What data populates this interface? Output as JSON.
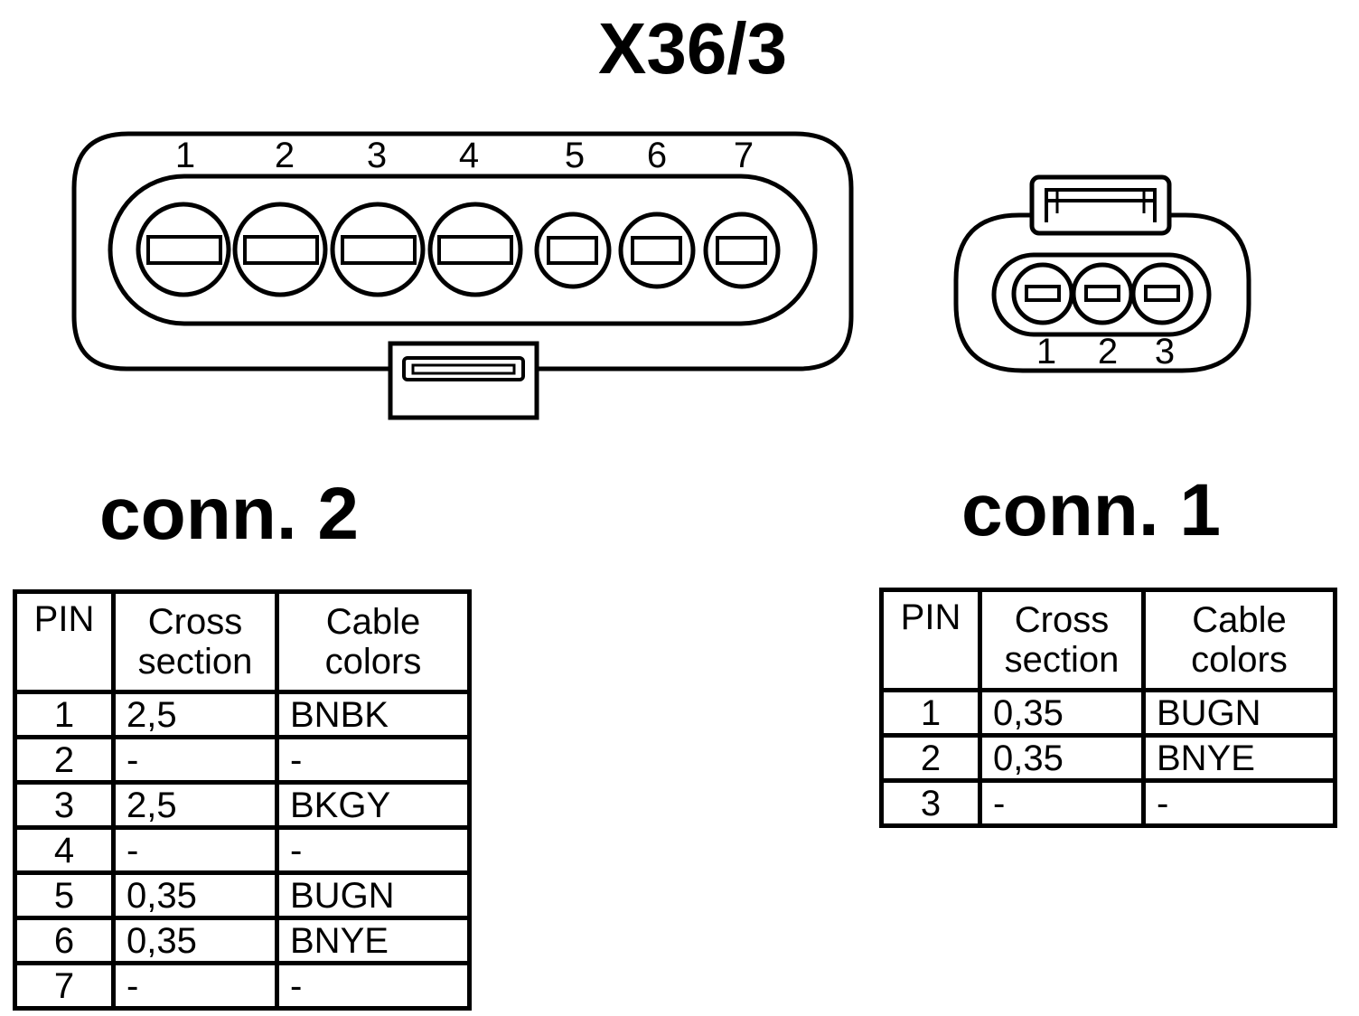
{
  "title": "X36/3",
  "connectors": [
    {
      "label": "conn. 2",
      "pin_numbers": [
        "1",
        "2",
        "3",
        "4",
        "5",
        "6",
        "7"
      ],
      "headers": {
        "pin": "PIN",
        "cross": [
          "Cross",
          "section"
        ],
        "colors": [
          "Cable",
          "colors"
        ]
      },
      "rows": [
        {
          "pin": "1",
          "cross": "2,5",
          "colors": "BNBK"
        },
        {
          "pin": "2",
          "cross": "-",
          "colors": "-"
        },
        {
          "pin": "3",
          "cross": "2,5",
          "colors": "BKGY"
        },
        {
          "pin": "4",
          "cross": "-",
          "colors": "-"
        },
        {
          "pin": "5",
          "cross": "0,35",
          "colors": "BUGN"
        },
        {
          "pin": "6",
          "cross": "0,35",
          "colors": "BNYE"
        },
        {
          "pin": "7",
          "cross": "-",
          "colors": "-"
        }
      ]
    },
    {
      "label": "conn. 1",
      "pin_numbers": [
        "1",
        "2",
        "3"
      ],
      "headers": {
        "pin": "PIN",
        "cross": [
          "Cross",
          "section"
        ],
        "colors": [
          "Cable",
          "colors"
        ]
      },
      "rows": [
        {
          "pin": "1",
          "cross": "0,35",
          "colors": "BUGN"
        },
        {
          "pin": "2",
          "cross": "0,35",
          "colors": "BNYE"
        },
        {
          "pin": "3",
          "cross": "-",
          "colors": "-"
        }
      ]
    }
  ]
}
